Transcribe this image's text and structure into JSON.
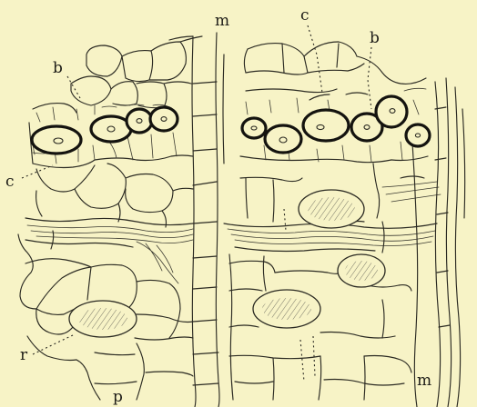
{
  "labels": {
    "b_left": "b",
    "c_left": "c",
    "m_top": "m",
    "c_top": "c",
    "b_right": "b",
    "r_left": "r",
    "p_bottom": "p",
    "m1_bottom": "m"
  },
  "colors": {
    "paper": "#f7f3c6",
    "ink": "#2b2a22",
    "thick_wall": "#14130f"
  }
}
